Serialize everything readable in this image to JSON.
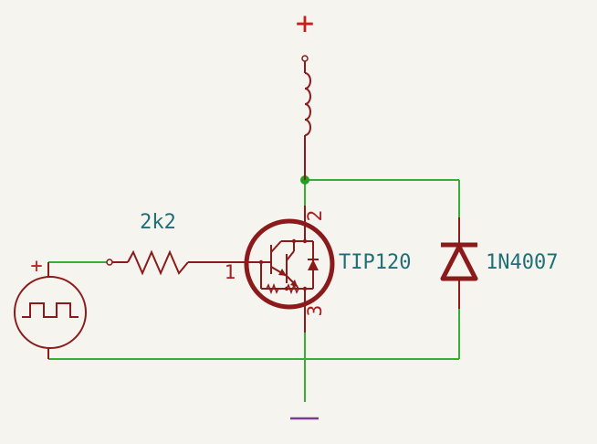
{
  "colors": {
    "background": "#f5f4ef",
    "wire": "#35b035",
    "junction": "#1fa31f",
    "symbol": "#8b1a1a",
    "pin_text": "#a32020",
    "label_text": "#1f6f78",
    "power": "#c81e1e",
    "ground": "#7a3a9a"
  },
  "labels": {
    "vcc_symbol": "+",
    "ground_symbol": "—",
    "resistor_value": "2k2",
    "transistor_part": "TIP120",
    "diode_part": "1N4007",
    "source_plus": "+",
    "pin_base": "1",
    "pin_collector": "2",
    "pin_emitter": "3"
  },
  "components": [
    {
      "ref": "resistor",
      "value": "2k2"
    },
    {
      "ref": "transistor",
      "value": "TIP120"
    },
    {
      "ref": "diode",
      "value": "1N4007"
    },
    {
      "ref": "pulse-source",
      "value": ""
    },
    {
      "ref": "inductor",
      "value": ""
    }
  ]
}
